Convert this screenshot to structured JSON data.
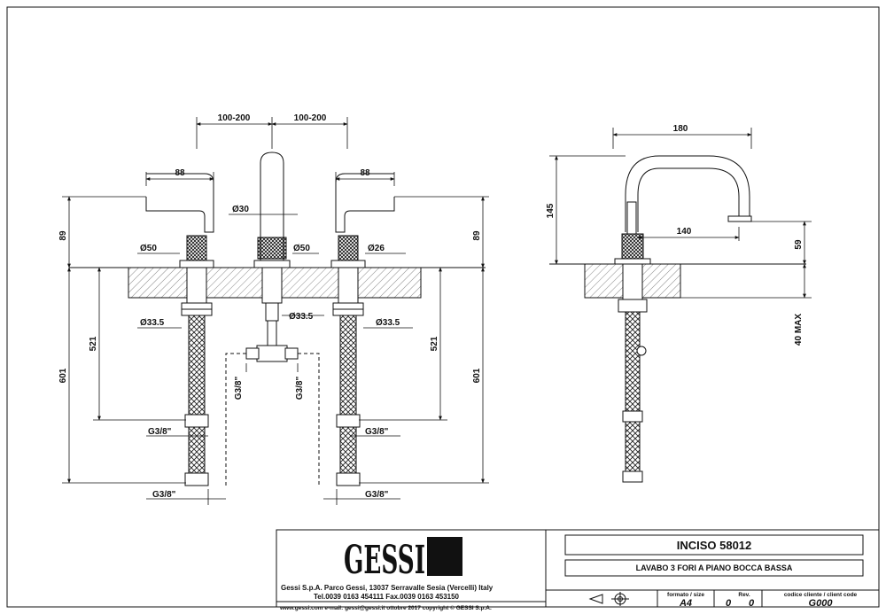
{
  "drawing": {
    "front_view": {
      "spacing_left": "100-200",
      "spacing_right": "100-200",
      "handle_width_left": "88",
      "handle_width_right": "88",
      "height_left": "89",
      "height_right": "89",
      "spout_dia": "Ø30",
      "left_base_dia": "Ø50",
      "center_base_dia": "Ø50",
      "right_base_dia": "Ø26",
      "left_shank_dia": "Ø33.5",
      "center_shank_dia": "Ø33.5",
      "right_shank_dia": "Ø33.5",
      "left_521": "521",
      "right_521": "521",
      "left_601": "601",
      "right_601": "601",
      "left_thread_mid": "G3/8\"",
      "left_thread_bottom": "G3/8\"",
      "right_thread_mid": "G3/8\"",
      "right_thread_bottom": "G3/8\"",
      "tee_thread_left": "G3/8\"",
      "tee_thread_right": "G3/8\""
    },
    "side_view": {
      "width": "180",
      "height": "145",
      "reach": "140",
      "clearance": "59",
      "deck_max": "40 MAX"
    }
  },
  "title_block": {
    "logo": "GESSI",
    "company": "Gessi S.p.A. Parco Gessi, 13037 Serravalle Sesia (Vercelli) Italy",
    "phone": "Tel.0039 0163 454111 Fax.0039 0163 453150",
    "web_line": "www.gessi.com e-mail: gessi@gessi.it ottobre 2017 copyright © GESSI S.p.A.",
    "product_name": "INCISO 58012",
    "description": "LAVABO 3 FORI A PIANO BOCCA BASSA",
    "format_label": "formato / size",
    "format_value": "A4",
    "rev_label": "Rev.",
    "rev_value_1": "0",
    "rev_value_2": "0",
    "client_code_label": "codice cliente / client code",
    "client_code_value": "G000"
  }
}
